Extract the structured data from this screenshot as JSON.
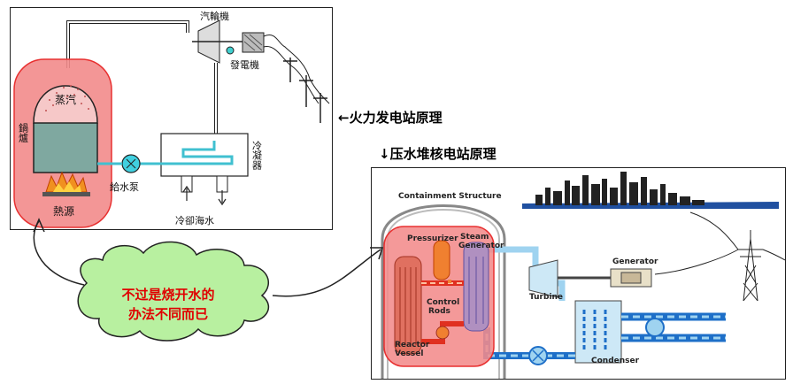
{
  "thermal": {
    "caption_arrow": "←",
    "caption": "火力发电站原理",
    "labels": {
      "turbine": "汽輪機",
      "generator": "發電機",
      "steam": "蒸汽",
      "boiler": "鍋爐",
      "condenser": "冷凝器",
      "feed_pump": "給水泵",
      "heat_source": "熱源",
      "cooling_water": "冷卻海水"
    }
  },
  "nuclear": {
    "caption_arrow": "↓",
    "caption": "压水堆核电站原理",
    "labels": {
      "containment": "Containment Structure",
      "pressurizer": "Pressurizer",
      "steam_gen_1": "Steam",
      "steam_gen_2": "Generator",
      "control_rods_1": "Control",
      "control_rods_2": "Rods",
      "reactor_vessel_1": "Reactor",
      "reactor_vessel_2": "Vessel",
      "turbine": "Turbine",
      "generator": "Generator",
      "condenser": "Condenser"
    }
  },
  "callout": {
    "line1": "不过是烧开水的",
    "line2": "办法不同而已"
  },
  "colors": {
    "highlight_fill": "#f28b8b",
    "highlight_stroke": "#e83030",
    "callout_fill": "#b8f0a0",
    "callout_text": "#e00000",
    "water_blue": "#1e6fc8",
    "pipe_light_blue": "#9fd3f0",
    "hot_red": "#e03020"
  }
}
